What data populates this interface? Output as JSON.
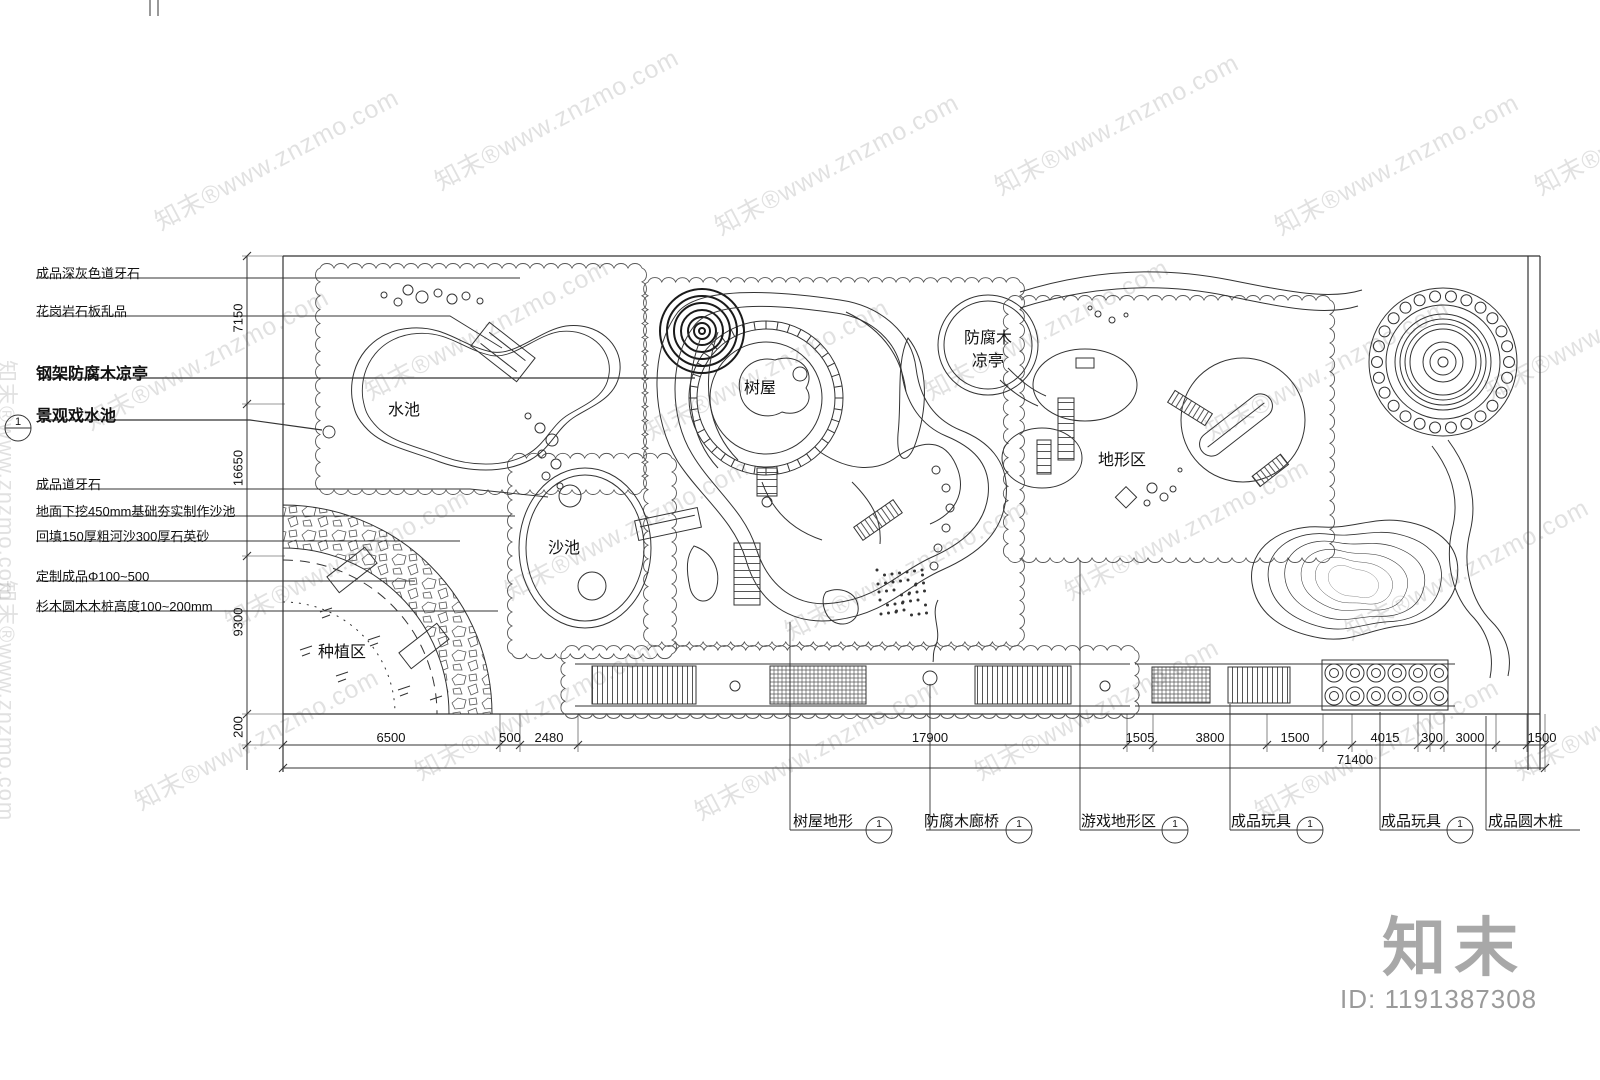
{
  "colors": {
    "line": "#333333",
    "cloud_line": "#555555",
    "watermark_gray": "#d0d0d0"
  },
  "watermark": {
    "text": "知末®www.znzmo.com",
    "brand": "知末",
    "id_text": "ID: 1191387308"
  },
  "left_annotations": [
    {
      "text": "成品深灰色道牙石",
      "emphasis": false
    },
    {
      "text": "花岗岩石板乱品",
      "emphasis": false
    },
    {
      "text": "钢架防腐木凉亭",
      "emphasis": true
    },
    {
      "text": "景观戏水池",
      "emphasis": true
    },
    {
      "text": "成品道牙石",
      "emphasis": false
    },
    {
      "text": "地面下挖450mm基础夯实制作沙池",
      "emphasis": false
    },
    {
      "text": "回填150厚粗河沙300厚石英砂",
      "emphasis": false
    },
    {
      "text": "定制成品Φ100~500",
      "emphasis": false
    },
    {
      "text": "杉木圆木木桩高度100~200mm",
      "emphasis": false
    }
  ],
  "plan_labels": {
    "water_pool": "水池",
    "sand_pool": "沙池",
    "tree_house": "树屋",
    "pavilion_line1": "防腐木",
    "pavilion_line2": "凉亭",
    "terrain_area": "地形区",
    "planting_area": "种植区"
  },
  "dimensions": {
    "vertical": [
      "7150",
      "16650",
      "9300",
      "200"
    ],
    "horizontal": [
      "6500",
      "500",
      "2480",
      "17900",
      "1505",
      "3800",
      "1500",
      "4015",
      "300",
      "3000",
      "1500"
    ],
    "total": "71400"
  },
  "callouts": [
    {
      "label": "树屋地形",
      "bubble_top": "1",
      "bubble_bottom": ""
    },
    {
      "label": "防腐木廊桥",
      "bubble_top": "1",
      "bubble_bottom": ""
    },
    {
      "label": "游戏地形区",
      "bubble_top": "1",
      "bubble_bottom": ""
    },
    {
      "label": "成品玩具",
      "bubble_top": "1",
      "bubble_bottom": ""
    },
    {
      "label": "成品玩具",
      "bubble_top": "1",
      "bubble_bottom": ""
    },
    {
      "label": "成品圆木桩",
      "bubble_top": "",
      "bubble_bottom": ""
    }
  ],
  "section_marker": {
    "number": "1"
  }
}
